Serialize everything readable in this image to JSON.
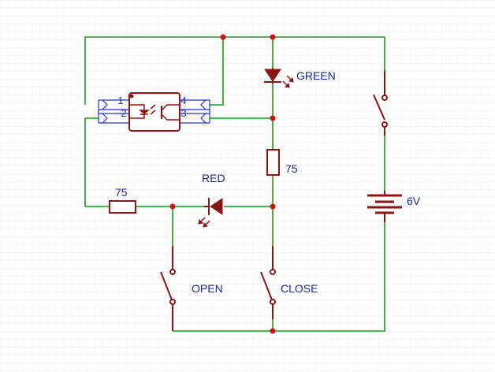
{
  "labels": {
    "green": "GREEN",
    "red": "RED",
    "r_top": "75",
    "r_left": "75",
    "battery": "6V",
    "open": "OPEN",
    "close": "CLOSE"
  },
  "pins": {
    "p1": "1",
    "p2": "2",
    "p3": "3",
    "p4": "4"
  },
  "colors": {
    "wire": "#1a9a1a",
    "component": "#8b1414",
    "junction": "#cc1111",
    "label": "#1a2a8a",
    "pin": "#2233cc",
    "grid": "#ececec"
  }
}
